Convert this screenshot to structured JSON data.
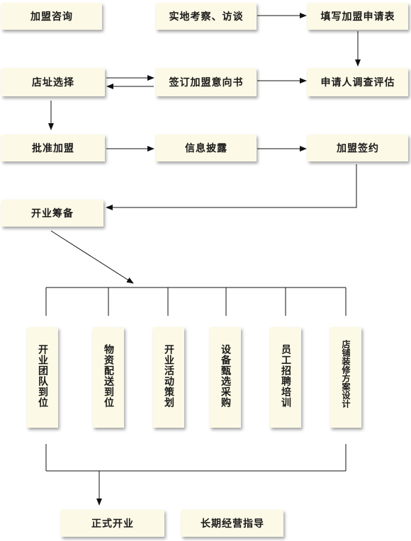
{
  "steps": {
    "consult": "加盟咨询",
    "site_visit": "实地考察、访谈",
    "fill_form": "填写加盟申请表",
    "site_select": "店址选择",
    "sign_intent": "签订加盟意向书",
    "applicant_eval": "申请人调查评估",
    "approve": "批准加盟",
    "disclosure": "信息披露",
    "contract": "加盟签约",
    "prep": "开业筹备",
    "team": "开业团队到位",
    "materials": "物资配送到位",
    "campaign": "开业活动策划",
    "equipment": "设备甄选采购",
    "staff": "员工招聘培训",
    "decor": "店铺装修方案设计",
    "opening": "正式开业",
    "guidance": "长期经营指导"
  }
}
